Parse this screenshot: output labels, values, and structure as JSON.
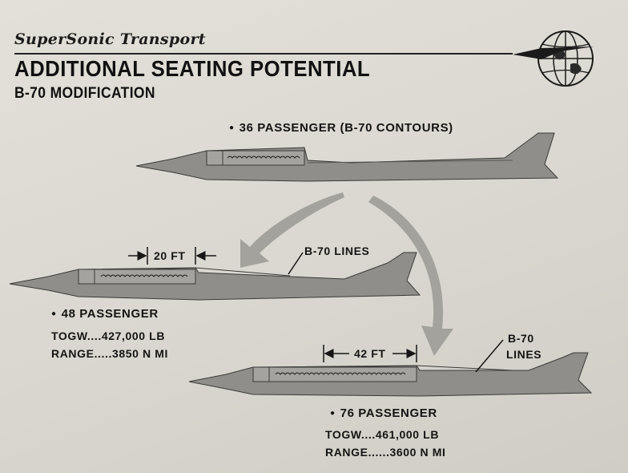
{
  "header": {
    "brand": "SuperSonic Transport",
    "title": "ADDITIONAL SEATING POTENTIAL",
    "subtitle": "B-70 MODIFICATION"
  },
  "configs": [
    {
      "label": "36 PASSENGER (B-70 CONTOURS)"
    },
    {
      "label": "48 PASSENGER",
      "dimension": "20 FT",
      "lines_label": "B-70 LINES",
      "stats": [
        {
          "name": "TOGW",
          "leader": "....",
          "value": "427,000 LB"
        },
        {
          "name": "RANGE",
          "leader": ".....",
          "value": "3850 N MI"
        }
      ]
    },
    {
      "label": "76 PASSENGER",
      "dimension": "42 FT",
      "lines_label_1": "B-70",
      "lines_label_2": "LINES",
      "stats": [
        {
          "name": "TOGW",
          "leader": "....",
          "value": "461,000 LB"
        },
        {
          "name": "RANGE",
          "leader": "......",
          "value": "3600 N MI"
        }
      ]
    }
  ],
  "colors": {
    "background": "#dcdad2",
    "aircraft": "#8f8e8a",
    "arrow": "#9e9d98",
    "ink": "#161616"
  },
  "icons": [
    "globe-logo-icon",
    "curved-arrow-icon"
  ]
}
